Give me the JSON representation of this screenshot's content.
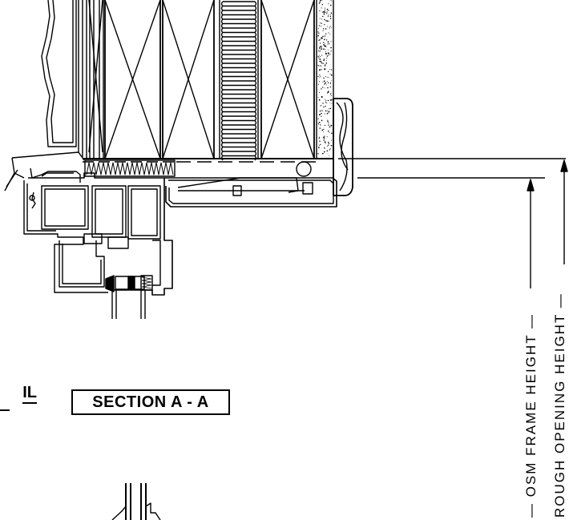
{
  "section_label": "SECTION A - A",
  "detail_label_fragment": "IL",
  "dimension_labels": {
    "osm_frame_height": "— OSM FRAME HEIGHT —",
    "rough_opening_height": "ROUGH OPENING HEIGHT —"
  },
  "colors": {
    "line": "#000000",
    "background": "#ffffff"
  }
}
